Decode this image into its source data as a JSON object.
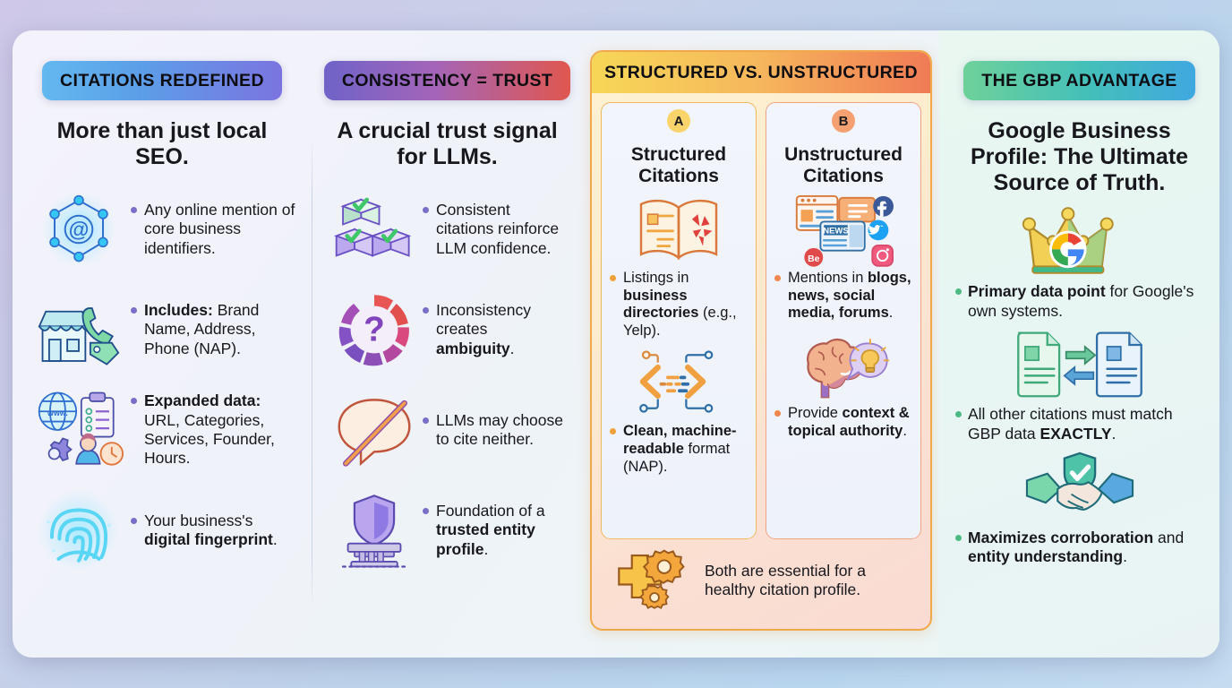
{
  "panels": [
    {
      "id": "citations-redefined",
      "pill": "CITATIONS REDEFINED",
      "subhead": "More than just local SEO.",
      "bullet_color": "#7a6fc8",
      "items": [
        {
          "icon": "at-network-icon",
          "text": "Any online mention of core business identifiers."
        },
        {
          "icon": "storefront-phone-tag-icon",
          "lead": "Includes:",
          "text": " Brand Name, Address, Phone (NAP)."
        },
        {
          "icon": "globe-clipboard-gear-user-clock-icon",
          "lead": "Expanded data:",
          "text": " URL, Categories, Services, Founder, Hours."
        },
        {
          "icon": "fingerprint-icon",
          "text": "Your business's ",
          "emph": "digital fingerprint",
          "tail": "."
        }
      ]
    },
    {
      "id": "consistency-trust",
      "pill": "CONSISTENCY = TRUST",
      "subhead": "A crucial trust signal for LLMs.",
      "bullet_color": "#7a6fc8",
      "items": [
        {
          "icon": "checked-boxes-icon",
          "text": "Consistent citations reinforce LLM confidence."
        },
        {
          "icon": "question-circle-icon",
          "text": "Inconsistency creates ",
          "emph": "ambiguity",
          "tail": "."
        },
        {
          "icon": "crossed-speech-bubble-icon",
          "text": "LLMs may choose to cite neither."
        },
        {
          "icon": "shield-pillar-icon",
          "text": "Foundation of a ",
          "emph": "trusted entity profile",
          "tail": "."
        }
      ]
    },
    {
      "id": "structured-vs-unstructured",
      "pill": "STRUCTURED VS. UNSTRUCTURED",
      "columns": [
        {
          "badge": "A",
          "title": "Structured Citations",
          "bullet_color": "#f0a13c",
          "items": [
            {
              "icon": "open-book-yelp-icon",
              "text": "Listings in ",
              "emph": "business directories",
              "tail": " (e.g., Yelp)."
            },
            {
              "icon": "code-brackets-chip-icon",
              "emph_first": "Clean, machine-readable",
              "tail": " format (NAP)."
            }
          ]
        },
        {
          "badge": "B",
          "title": "Unstructured Citations",
          "bullet_color": "#f0874c",
          "items": [
            {
              "icon": "news-social-icons",
              "text": "Mentions in ",
              "emph": "blogs, news, social media, forums",
              "tail": "."
            },
            {
              "icon": "brain-lightbulb-icon",
              "text": "Provide ",
              "emph": "context & topical authority",
              "tail": "."
            }
          ]
        }
      ],
      "footer": {
        "icon": "plus-gears-icon",
        "text": "Both are essential for a healthy citation profile."
      }
    },
    {
      "id": "gbp-advantage",
      "pill": "THE GBP ADVANTAGE",
      "subhead": "Google Business Profile: The Ultimate Source of Truth.",
      "bullet_color": "#4dba84",
      "items": [
        {
          "icon": "google-crown-icon",
          "emph_first": "Primary data point",
          "tail": " for Google's own systems."
        },
        {
          "icon": "two-documents-sync-icon",
          "text": "All other citations must match GBP data ",
          "emph": "EXACTLY",
          "tail": "."
        },
        {
          "icon": "handshake-shield-icon",
          "emph_first": "Maximizes corroboration",
          "mid": " and ",
          "emph2": "entity understanding",
          "tail": "."
        }
      ]
    }
  ]
}
